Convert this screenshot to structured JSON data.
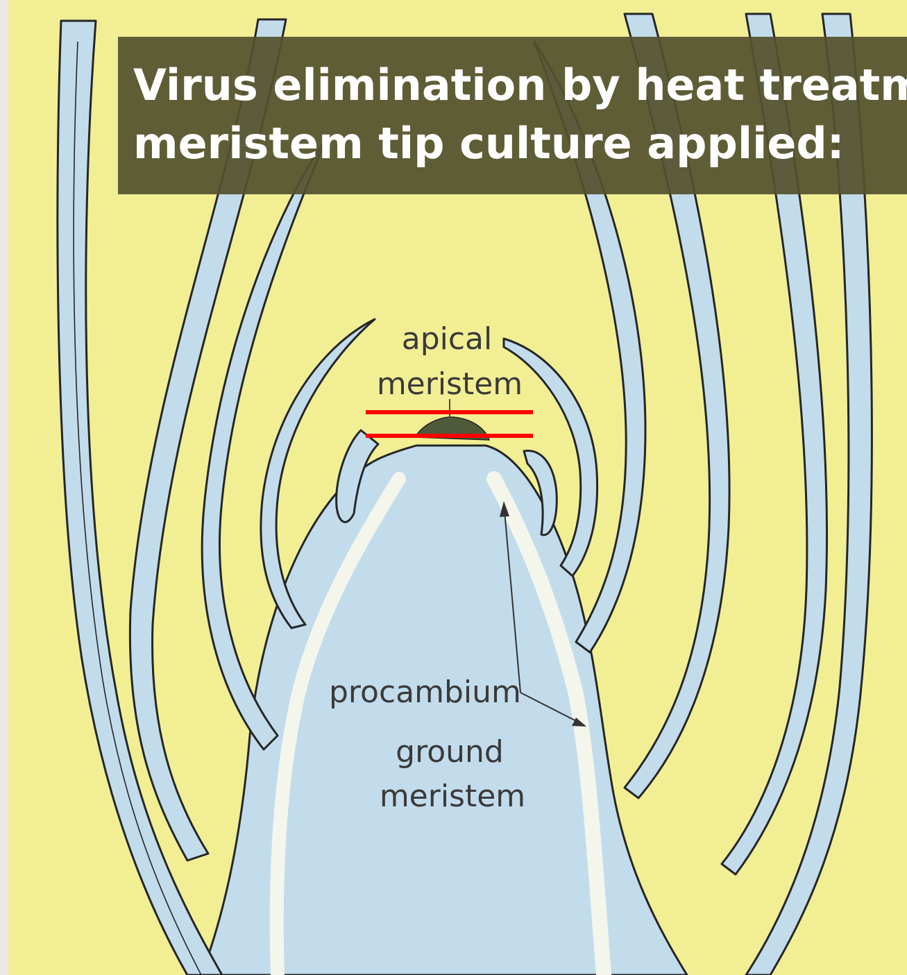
{
  "slide": {
    "title_line1": "Virus elimination by heat treatment",
    "title_line2": "meristem tip culture applied:"
  },
  "diagram": {
    "labels": {
      "apical_line1": "apical",
      "apical_line2": "meristem",
      "procambium": "procambium",
      "ground_line1": "ground",
      "ground_line2": "meristem"
    },
    "colors": {
      "background": "#f2ee94",
      "tissue": "#c2dcec",
      "meristem_dome": "#4f5a3a",
      "cut_lines": "#ff0000",
      "title_box": "#54522e"
    }
  }
}
